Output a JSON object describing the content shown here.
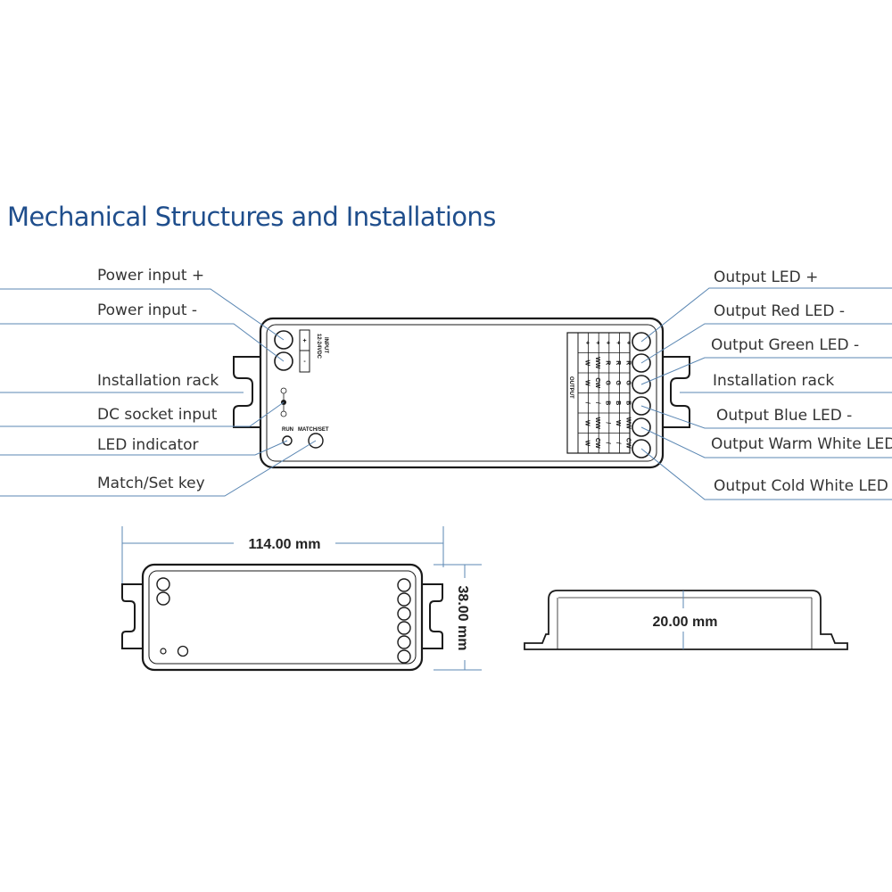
{
  "title": "Mechanical Structures and Installations",
  "colors": {
    "title": "#1f4e8c",
    "leader": "#5b87b3",
    "outline": "#1a1a1a"
  },
  "left_labels": [
    "Power input +",
    "Power input -",
    "Installation rack",
    "DC socket input",
    "LED indicator",
    "Match/Set key"
  ],
  "right_labels": [
    "Output LED +",
    "Output Red LED -",
    "Output Green LED -",
    "Installation rack",
    "Output Blue LED -",
    "Output Warm White LED -",
    "Output Cold White LED -"
  ],
  "device": {
    "input_label": "INPUT",
    "voltage_label": "12-24VDC",
    "plus": "+",
    "minus": "-",
    "run_label": "RUN",
    "match_label": "MATCH/SET",
    "output_label": "OUTPUT",
    "output_table": [
      [
        "+",
        "W",
        "W",
        "/",
        "W",
        "W"
      ],
      [
        "+",
        "WW",
        "CW",
        "/",
        "WW",
        "CW"
      ],
      [
        "+",
        "R",
        "G",
        "B",
        "/",
        "/"
      ],
      [
        "+",
        "R",
        "G",
        "B",
        "W",
        "/"
      ],
      [
        "+",
        "R",
        "G",
        "B",
        "WW",
        "CW"
      ]
    ]
  },
  "dimensions": {
    "length": "114.00 mm",
    "width": "38.00 mm",
    "height": "20.00 mm"
  }
}
